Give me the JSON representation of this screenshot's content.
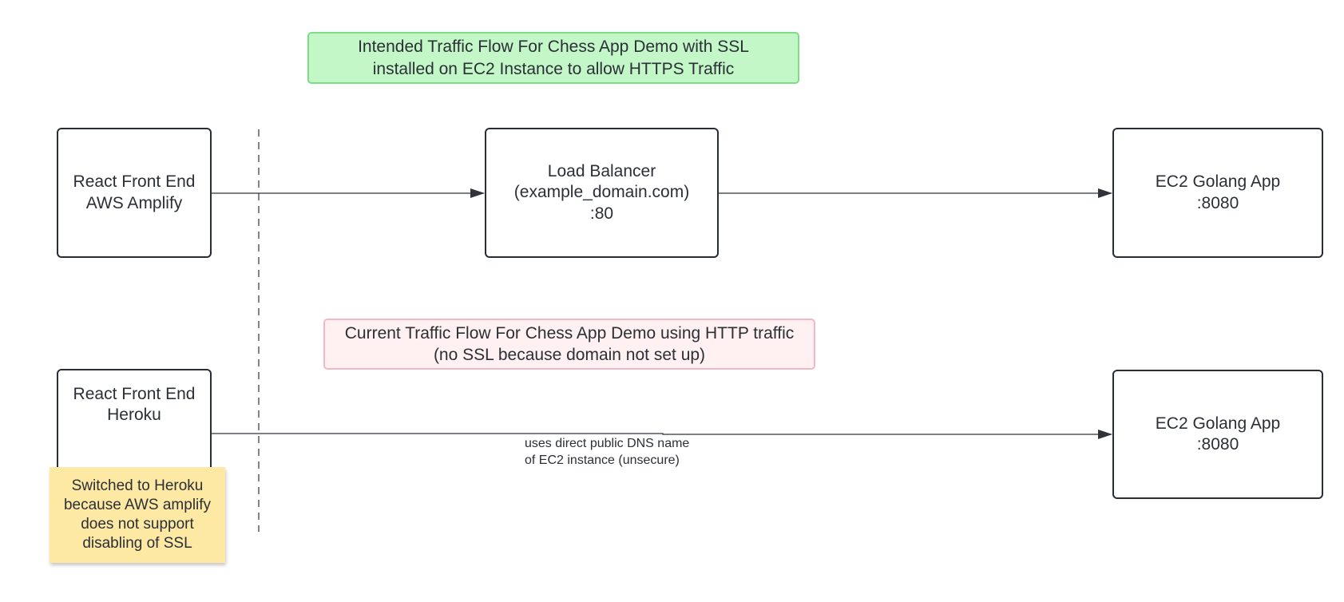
{
  "intended_banner": {
    "line1": "Intended Traffic Flow For Chess App Demo with SSL",
    "line2": "installed on EC2 Instance to allow HTTPS Traffic",
    "bg_color": "#c3f7c8"
  },
  "current_banner": {
    "line1": "Current Traffic Flow For Chess App Demo using HTTP traffic",
    "line2": "(no SSL because domain not set up)",
    "bg_color": "#fff0f1"
  },
  "intended_flow": {
    "frontend": {
      "line1": "React Front End",
      "line2": "AWS Amplify"
    },
    "load_balancer": {
      "line1": "Load Balancer",
      "line2": "(example_domain.com)",
      "line3": ":80"
    },
    "backend": {
      "line1": "EC2 Golang App",
      "line2": ":8080"
    }
  },
  "current_flow": {
    "frontend": {
      "line1": "React Front End",
      "line2": "Heroku"
    },
    "backend": {
      "line1": "EC2 Golang App",
      "line2": ":8080"
    },
    "edge_label": {
      "line1": "uses direct public DNS name",
      "line2": "of EC2 instance (unsecure)"
    }
  },
  "sticky_note": {
    "line1": "Switched to Heroku",
    "line2": "because AWS amplify",
    "line3": "does not support",
    "line4": "disabling of SSL",
    "bg_color": "#fde8a4"
  }
}
